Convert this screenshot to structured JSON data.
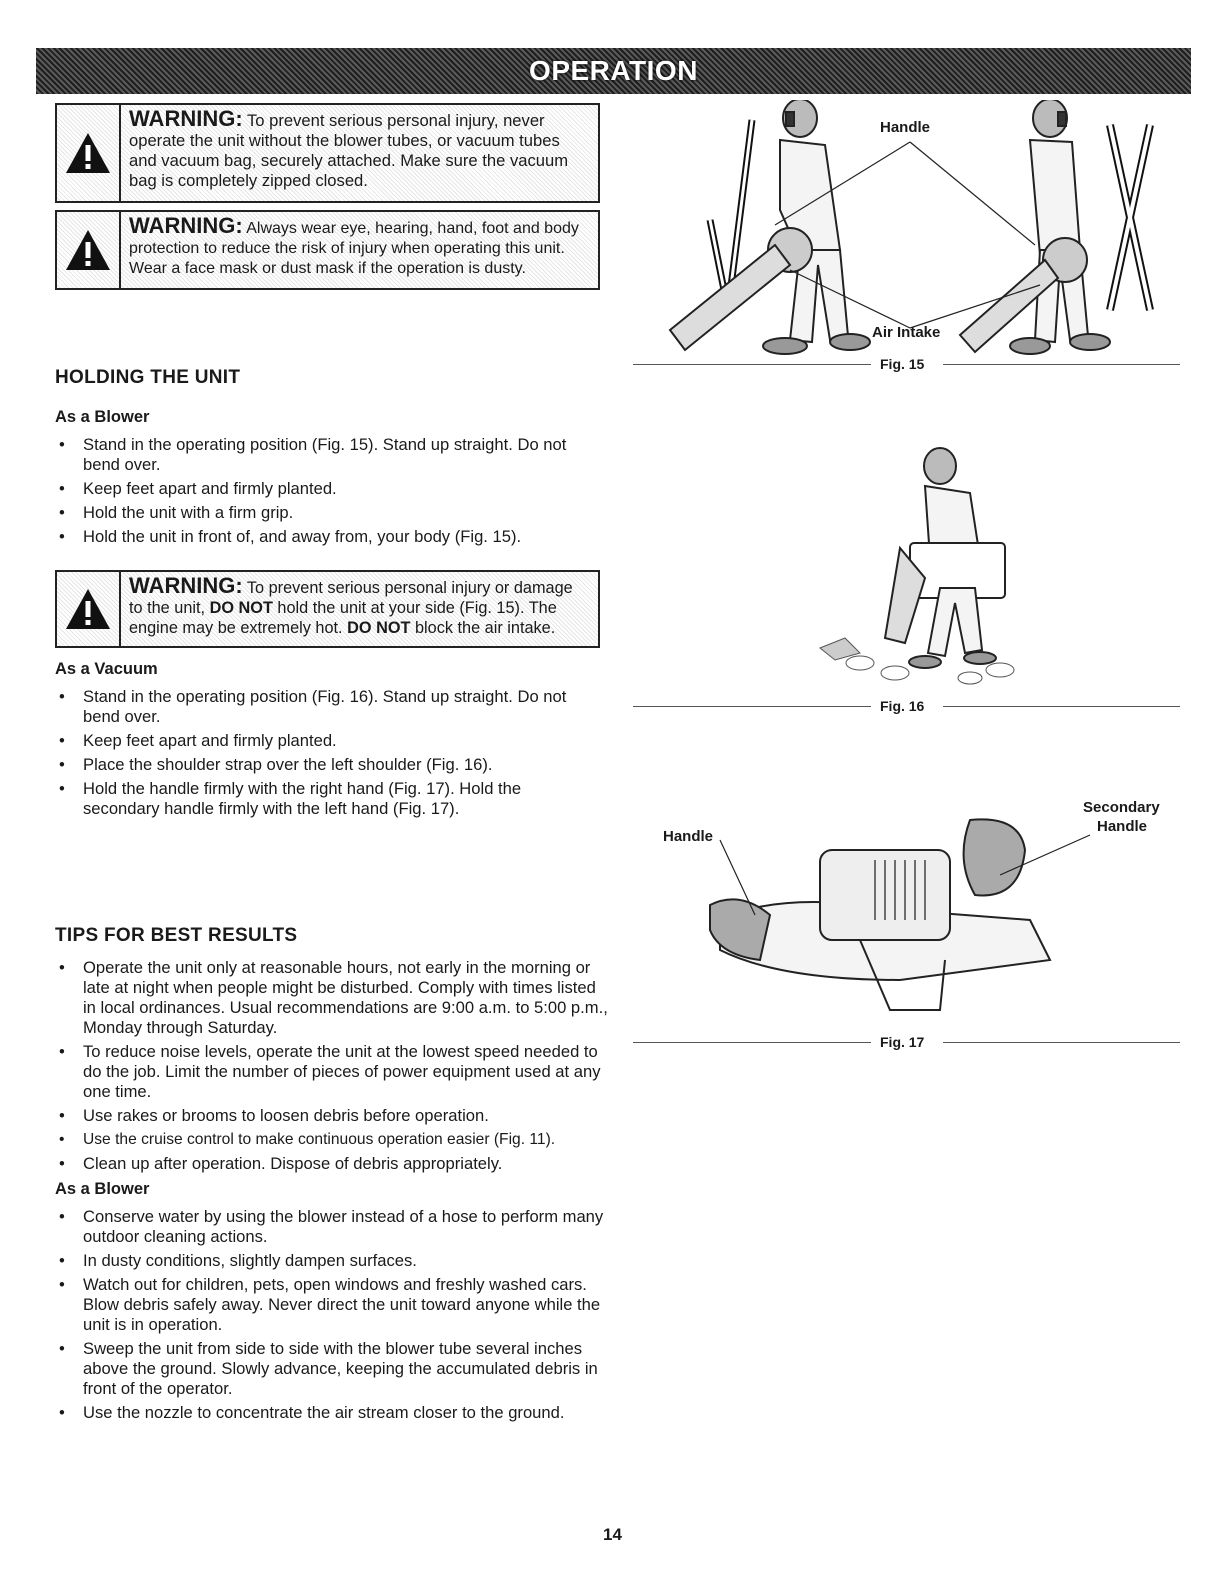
{
  "header": {
    "title": "OPERATION"
  },
  "warnings": {
    "w1": {
      "label": "WARNING:",
      "text": "To prevent serious personal injury, never operate the unit without the blower tubes, or vacuum tubes and vacuum bag, securely attached. Make sure the vacuum bag is completely zipped closed."
    },
    "w2": {
      "label": "WARNING:",
      "text": "Always wear eye, hearing, hand, foot and body protection to reduce the risk of injury when operating this unit. Wear a face mask or dust mask if the operation is dusty."
    },
    "w3": {
      "label": "WARNING:",
      "t1": "To prevent serious personal injury or damage to the unit,",
      "b1": "DO NOT",
      "t2": "hold the unit at your side (Fig. 15). The engine may be extremely hot.",
      "b2": "DO NOT",
      "t3": "block the air intake."
    }
  },
  "holding": {
    "title": "HOLDING THE UNIT",
    "blower_title": "As a Blower",
    "blower_items": [
      "Stand in the operating position (Fig. 15). Stand up straight. Do not bend over.",
      "Keep feet apart and firmly planted.",
      "Hold the unit with a firm grip.",
      "Hold the unit in front of, and away from, your body (Fig. 15)."
    ],
    "vacuum_title": "As a Vacuum",
    "vacuum_items": [
      "Stand in the operating position (Fig. 16). Stand up straight. Do not bend over.",
      "Keep feet apart and firmly planted.",
      "Place the shoulder strap over the left shoulder (Fig. 16).",
      "Hold the handle firmly with the right hand (Fig. 17). Hold the secondary handle firmly with the left hand (Fig. 17)."
    ]
  },
  "tips": {
    "title": "TIPS FOR BEST RESULTS",
    "items": [
      "Operate the unit only at reasonable hours, not early in the morning or late at night when people might be disturbed. Comply with times listed in local ordinances. Usual recommendations are 9:00 a.m. to 5:00 p.m., Monday through Saturday.",
      "To reduce noise levels, operate the unit at the lowest speed needed to do the job. Limit the number of pieces of power equipment used at any one time.",
      "Use rakes or brooms to loosen debris before operation.",
      "Use the cruise control to make continuous operation easier (Fig. 11).",
      "Clean up after operation. Dispose of debris appropriately."
    ],
    "blower_title": "As a Blower",
    "blower_items": [
      "Conserve water by using the blower instead of a hose to perform many outdoor cleaning actions.",
      "In dusty conditions, slightly dampen surfaces.",
      "Watch out for children, pets, open windows and freshly washed cars. Blow debris safely away. Never direct the unit toward anyone while the unit is in operation.",
      "Sweep the unit from side to side with the blower tube several inches above the ground. Slowly advance, keeping the accumulated debris in front of the operator.",
      "Use the nozzle to concentrate the air stream closer to the ground."
    ]
  },
  "figures": {
    "fig15": {
      "caption": "Fig. 15",
      "handle_label": "Handle",
      "air_intake_label": "Air Intake"
    },
    "fig16": {
      "caption": "Fig. 16"
    },
    "fig17": {
      "caption": "Fig. 17",
      "handle_label": "Handle",
      "secondary_label_1": "Secondary",
      "secondary_label_2": "Handle"
    }
  },
  "page_number": "14"
}
